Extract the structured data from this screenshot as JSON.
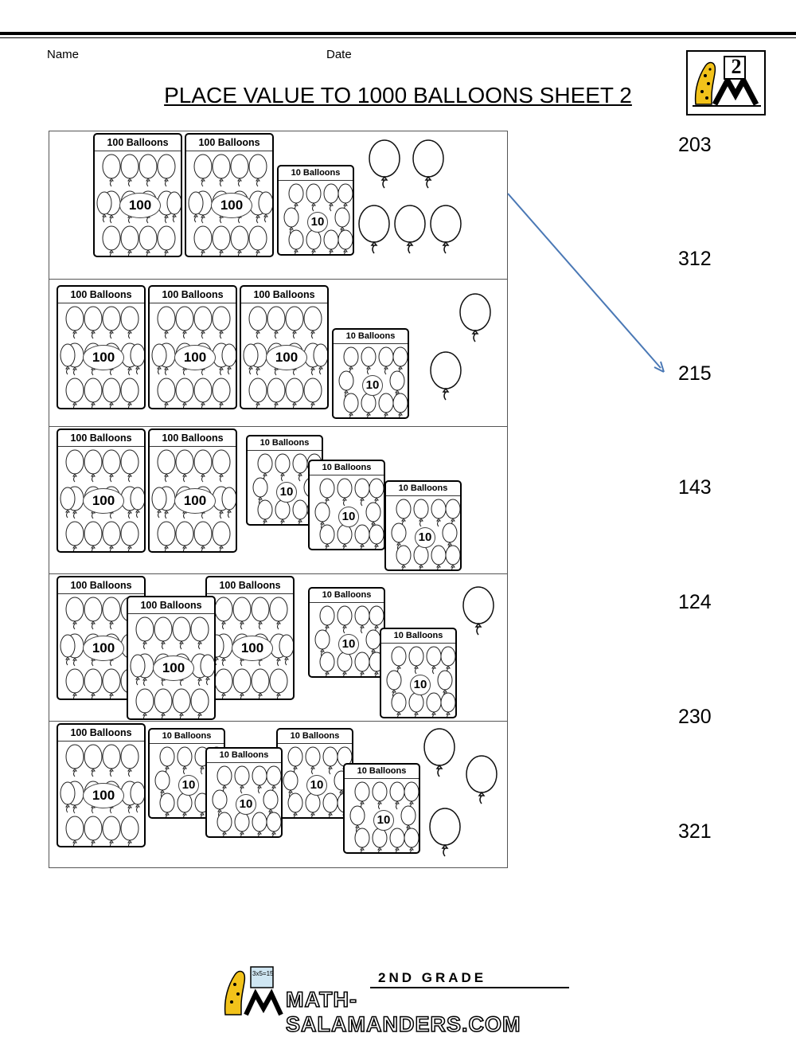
{
  "header": {
    "name_label": "Name",
    "date_label": "Date",
    "grade_badge": "2"
  },
  "title": "PLACE VALUE TO 1000 BALLOONS SHEET 2",
  "card_labels": {
    "hundred": "100 Balloons",
    "ten": "10 Balloons",
    "hundred_value": "100",
    "ten_value": "10"
  },
  "rows": [
    {
      "hundreds": 2,
      "tens": 1,
      "ones": 5
    },
    {
      "hundreds": 3,
      "tens": 1,
      "ones": 2
    },
    {
      "hundreds": 2,
      "tens": 3,
      "ones": 0
    },
    {
      "hundreds": 3,
      "tens": 2,
      "ones": 1
    },
    {
      "hundreds": 1,
      "tens": 4,
      "ones": 3
    }
  ],
  "answers": [
    "203",
    "312",
    "215",
    "143",
    "124",
    "230",
    "321"
  ],
  "example_match": {
    "from_row": 1,
    "to_answer": "215"
  },
  "footer": {
    "grade_text": "2ND GRADE",
    "site_text": "MATH-SALAMANDERS.COM",
    "board_text": "3x5=15"
  },
  "colors": {
    "arrow": "#4a78b5",
    "ink": "#000000"
  }
}
